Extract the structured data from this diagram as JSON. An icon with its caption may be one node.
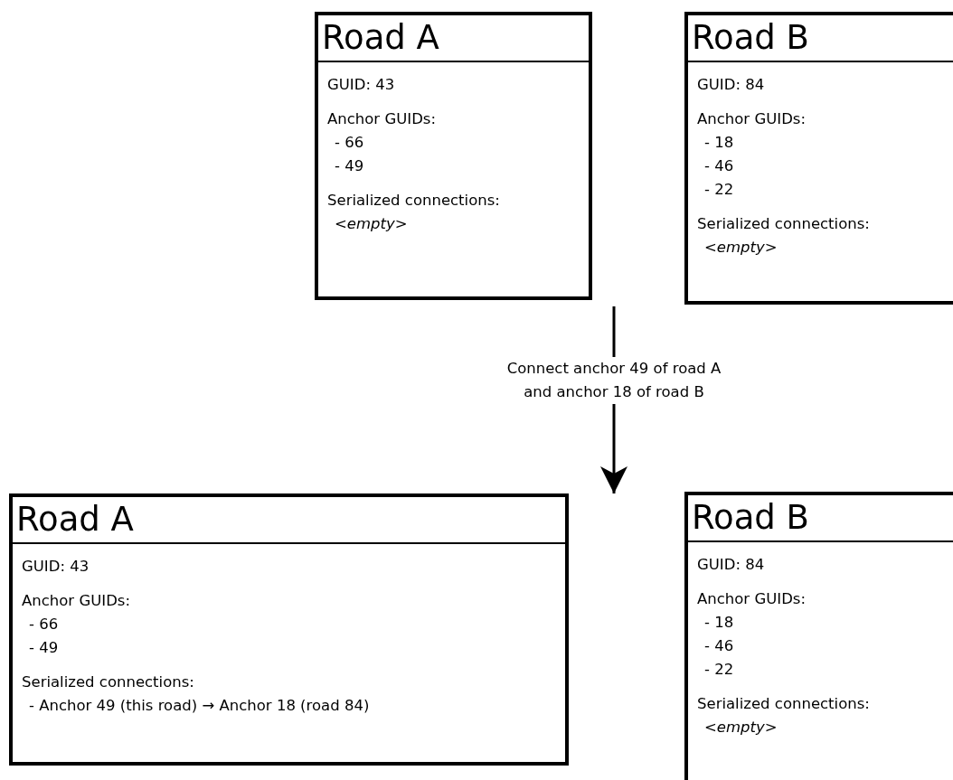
{
  "diagram": {
    "nodes": [
      {
        "text": [
          "Road A",
          "GUID: 43",
          "Anchor GUIDs:",
          "- 66",
          "- 49",
          "Serialized connections:",
          "*<empty>*"
        ]
      },
      {
        "text": [
          "Road B",
          "GUID: 84",
          "Anchor GUIDs:",
          "- 18",
          "- 46",
          "- 22",
          "Serialized connections:",
          "*<empty>*"
        ]
      },
      {
        "text": [
          "Road A",
          "GUID: 43",
          "Anchor GUIDs:",
          "- 66",
          "- 49",
          "Serialized connections:",
          "- Anchor 49 (this road) → Anchor 18 (road 84)"
        ]
      },
      {
        "text": [
          "Road B",
          "GUID: 84",
          "Anchor GUIDs:",
          "- 18",
          "- 46",
          "- 22",
          "Serialized connections:",
          "*<empty>*"
        ]
      }
    ],
    "labels": [
      "Connect anchor 49 of road A and anchor 18 of road B"
    ]
  }
}
